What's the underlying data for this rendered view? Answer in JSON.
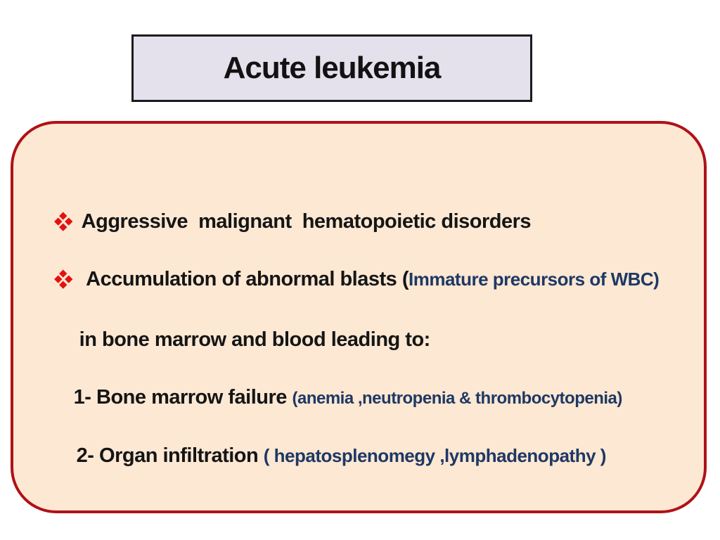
{
  "slide": {
    "title": "Acute leukemia",
    "colors": {
      "title_bg": "#e4e0ec",
      "title_border": "#1b1b1b",
      "panel_bg": "#fce8d3",
      "panel_border": "#b01117",
      "bullet_red": "#e31111",
      "text_black": "#151515",
      "text_blue": "#1f3864"
    },
    "bullets": [
      {
        "marker": "red-four-diamond",
        "black": "Aggressive  malignant  hematopoietic disorders",
        "blue": ""
      },
      {
        "marker": "red-four-diamond",
        "black": " Accumulation of abnormal blasts (",
        "blue": "Immature precursors of WBC)"
      },
      {
        "marker": "none",
        "black": "in bone marrow and blood leading to:",
        "blue": ""
      },
      {
        "marker": "none",
        "black": "1- Bone marrow failure ",
        "blue": "(anemia ,neutropenia & thrombocytopenia)"
      },
      {
        "marker": "none",
        "black": "2- Organ infiltration ",
        "blue": "( hepatosplenomegy ,lymphadenopathy )"
      }
    ]
  }
}
